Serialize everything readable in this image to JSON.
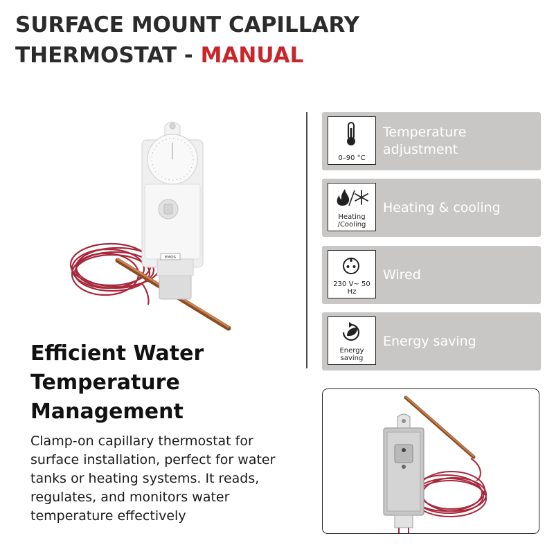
{
  "header": {
    "title_line1": "SURFACE MOUNT CAPILLARY",
    "title_line2_main": "THERMOSTAT - ",
    "title_line2_accent": "MANUAL"
  },
  "colors": {
    "accent": "#c9262b",
    "feature_bg": "#c8c7c5",
    "feature_text": "#ffffff",
    "capillary": "#a8283c",
    "probe": "#b06a3a"
  },
  "product_photo": {
    "brand_tag": "EMOS"
  },
  "features": [
    {
      "icon": "thermometer-icon",
      "caption": "0–90 °C",
      "label": "Temperature adjustment"
    },
    {
      "icon": "flame-snowflake-icon",
      "caption": "Heating /Cooling",
      "label": "Heating & cooling"
    },
    {
      "icon": "power-socket-icon",
      "caption": "230 V~ 50 Hz",
      "label": "Wired"
    },
    {
      "icon": "energy-saving-icon",
      "caption": "Energy saving",
      "label": "Energy saving"
    }
  ],
  "main": {
    "heading": "Efficient Water Temperature Management",
    "description": "Clamp-on capillary thermostat for surface installation, perfect for water tanks or heating systems. It reads, regulates, and monitors water temperature effectively"
  }
}
